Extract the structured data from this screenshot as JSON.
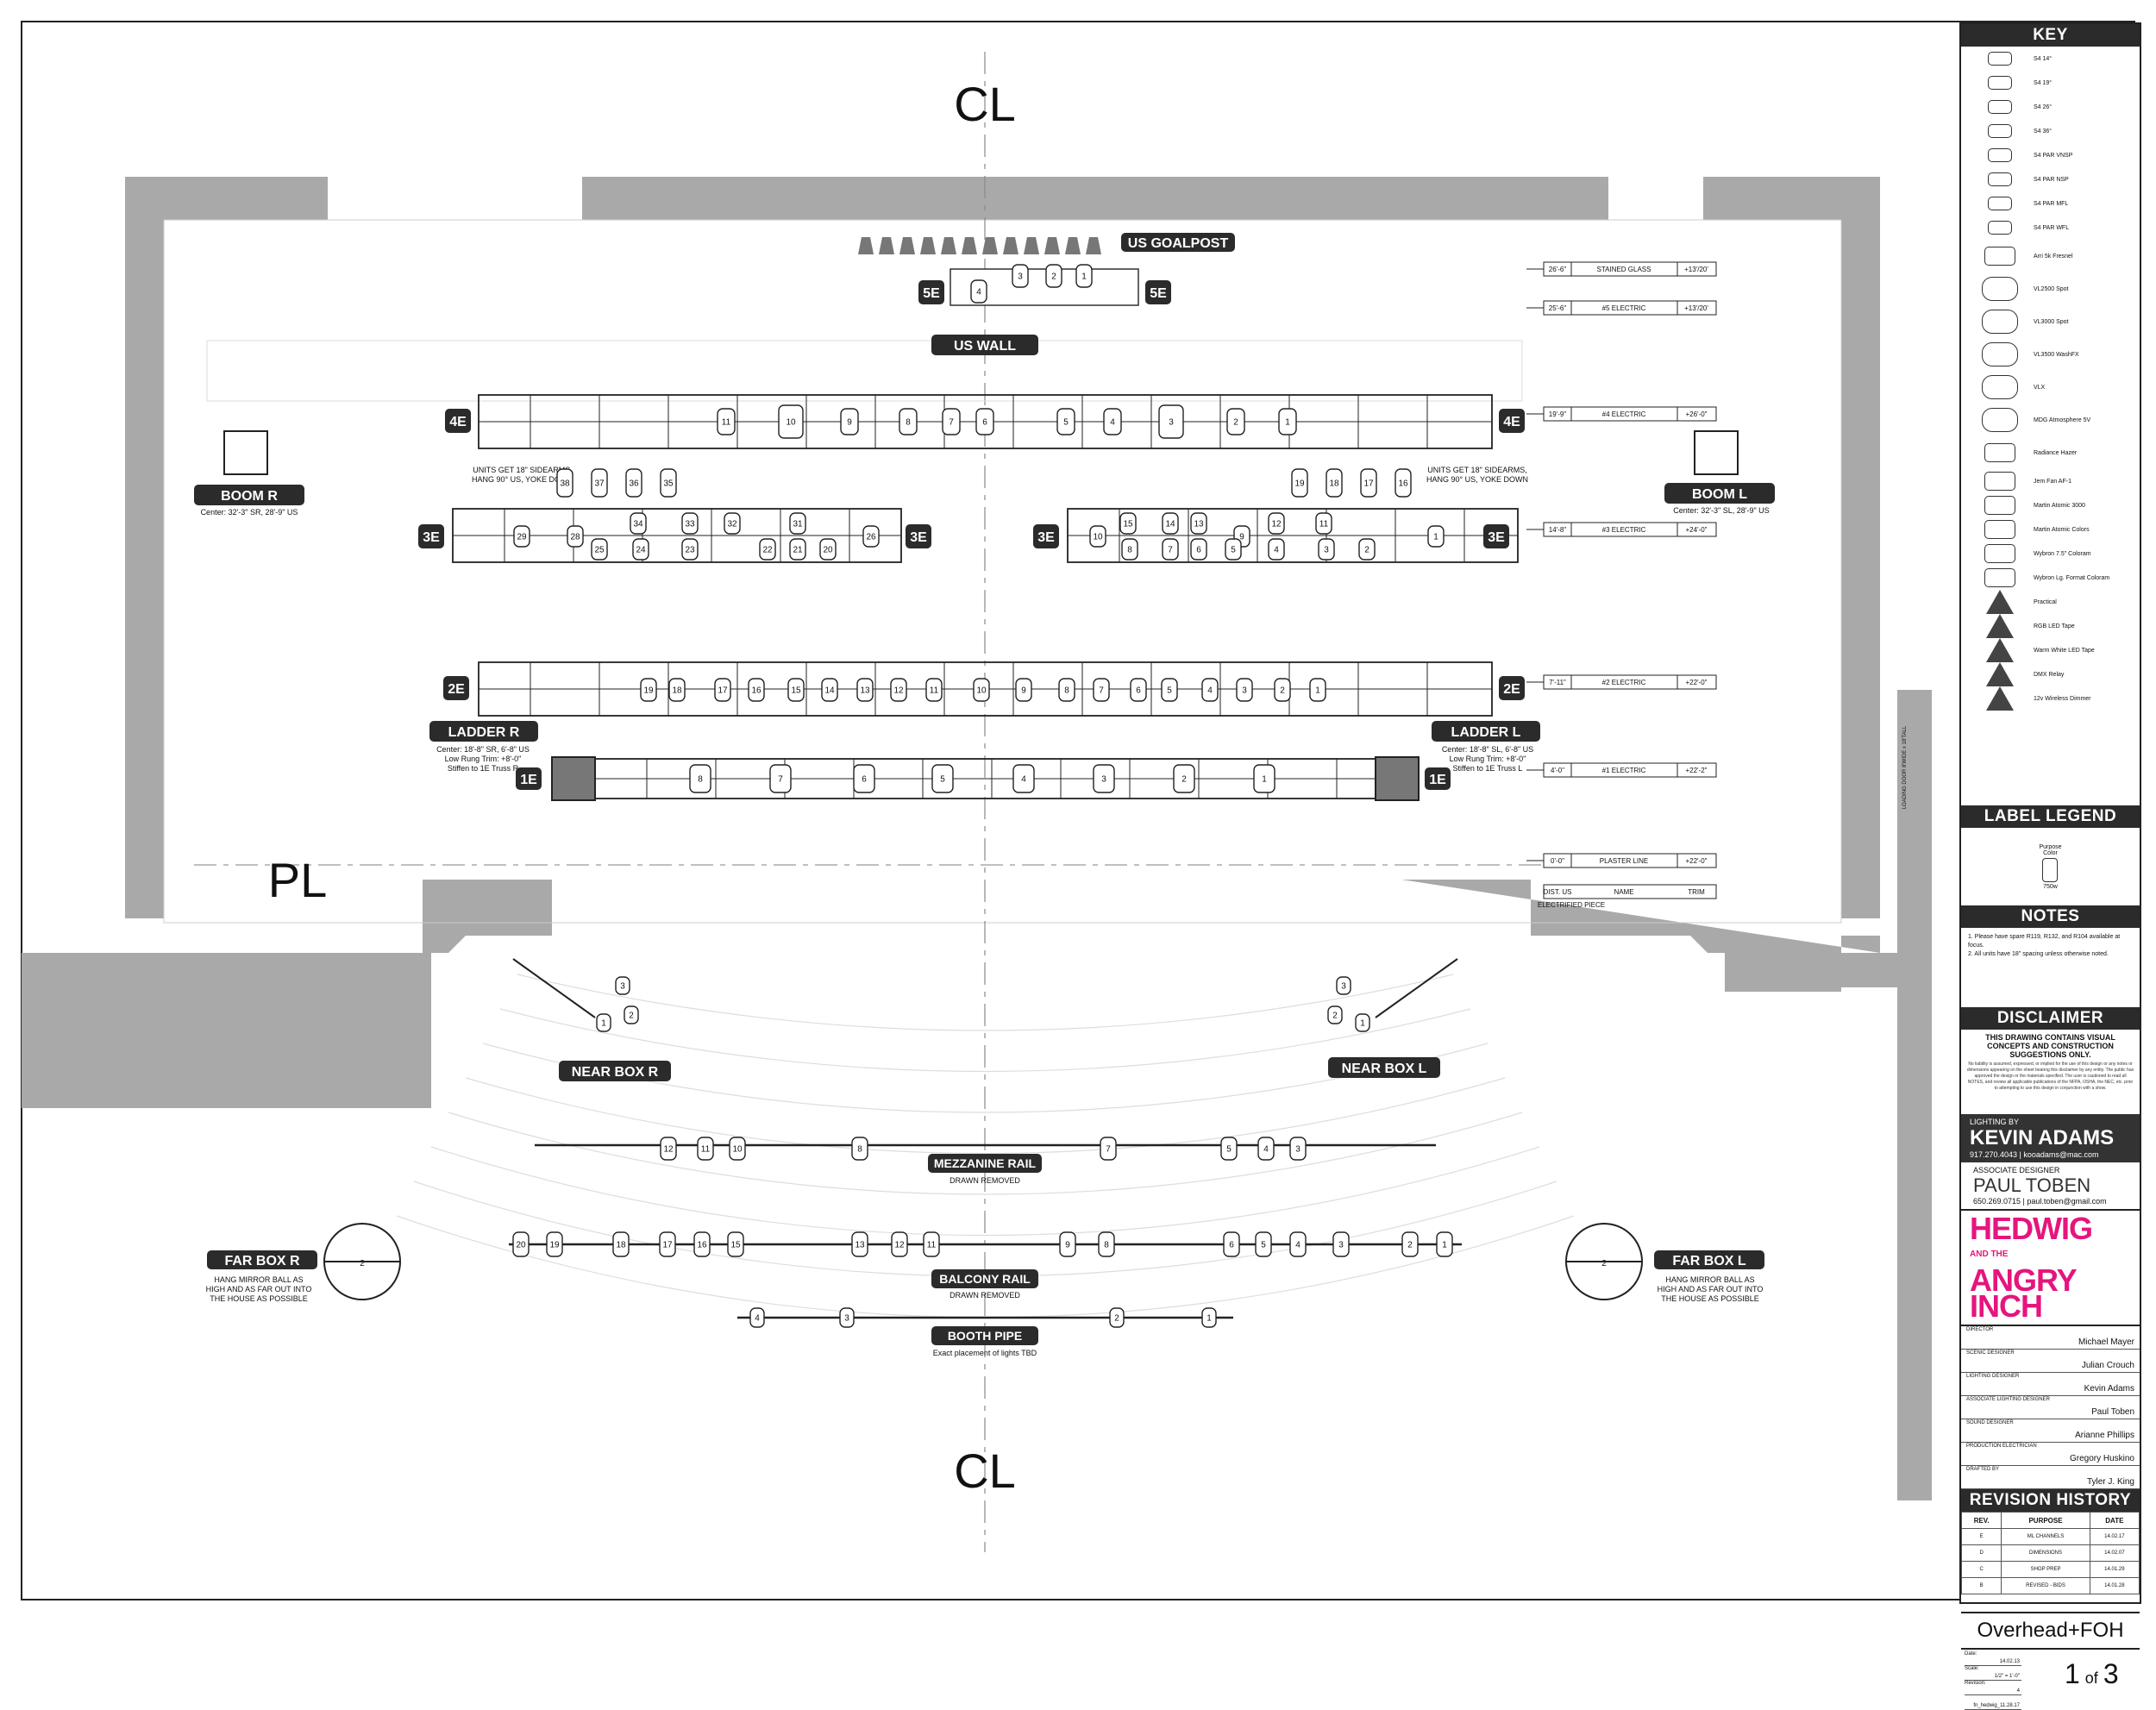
{
  "plan": {
    "centerline_symbol": "CL",
    "plaster_line_symbol": "PL",
    "labels": {
      "us_goalpost": "US GOALPOST",
      "us_wall": "US WALL",
      "boom_r": "BOOM R",
      "boom_r_note": "Center: 32'-3\" SR, 28'-9\" US",
      "boom_l": "BOOM L",
      "boom_l_note": "Center: 32'-3\" SL, 28'-9\" US",
      "ladder_r": "LADDER R",
      "ladder_r_note": [
        "Center: 18'-8\" SR, 6'-8\" US",
        "Low Rung Trim: +8'-0\"",
        "Stiffen to 1E Truss R"
      ],
      "ladder_l": "LADDER L",
      "ladder_l_note": [
        "Center: 18'-8\" SL, 6'-8\" US",
        "Low Rung Trim: +8'-0\"",
        "Stiffen to 1E Truss L"
      ],
      "sidearm_note": [
        "UNITS GET 18\" SIDEARMS,",
        "HANG 90° US, YOKE DOWN"
      ],
      "near_box_r": "NEAR BOX R",
      "near_box_l": "NEAR BOX L",
      "mezz_rail": "MEZZANINE RAIL",
      "mezz_sub": "DRAWN REMOVED",
      "balcony_rail": "BALCONY RAIL",
      "balcony_sub": "DRAWN REMOVED",
      "booth_pipe": "BOOTH PIPE",
      "booth_sub": "Exact placement of lights TBD",
      "far_box_r": "FAR BOX R",
      "far_box_l": "FAR BOX L",
      "far_box_note": [
        "HANG MIRROR BALL AS",
        "HIGH AND AS FAR OUT INTO",
        "THE HOUSE AS POSSIBLE"
      ],
      "electrified_piece": "ELECTRIFIED PIECE",
      "loading_door": "LOADING DOOR 8'WIDE x 18'TALL"
    },
    "pipe_tags": [
      "5E",
      "4E",
      "3E",
      "2E",
      "1E"
    ],
    "schedule_header": {
      "dist": "DIST. US",
      "name": "NAME",
      "trim": "TRIM"
    },
    "schedule": [
      {
        "dist": "26'-6\"",
        "name": "STAINED GLASS",
        "trim": "+13'/20'"
      },
      {
        "dist": "25'-6\"",
        "name": "#5 ELECTRIC",
        "trim": "+13'/20'"
      },
      {
        "dist": "19'-9\"",
        "name": "#4 ELECTRIC",
        "trim": "+26'-0\""
      },
      {
        "dist": "14'-8\"",
        "name": "#3 ELECTRIC",
        "trim": "+24'-0\""
      },
      {
        "dist": "7'-11\"",
        "name": "#2 ELECTRIC",
        "trim": "+22'-0\""
      },
      {
        "dist": "4'-0\"",
        "name": "#1 ELECTRIC",
        "trim": "+22'-2\""
      },
      {
        "dist": "0'-0\"",
        "name": "PLASTER LINE",
        "trim": "+22'-0\""
      }
    ],
    "units": {
      "goalpost": [
        "4",
        "3",
        "2",
        "1"
      ],
      "e4": [
        "11",
        "10",
        "9",
        "8",
        "7",
        "6",
        "5",
        "4",
        "3",
        "2",
        "1"
      ],
      "e3_sl_boom": [
        "38",
        "37",
        "36",
        "35"
      ],
      "e3_sr_boom": [
        "19",
        "18",
        "17",
        "16"
      ],
      "e3_left": [
        "29",
        "28",
        "34",
        "25",
        "24",
        "33",
        "23",
        "32",
        "31",
        "22",
        "21",
        "20",
        "26"
      ],
      "e3_right": [
        "10",
        "15",
        "14",
        "9",
        "13",
        "12",
        "8",
        "7",
        "6",
        "5",
        "4",
        "3",
        "2",
        "1",
        "11"
      ],
      "e2": [
        "19",
        "18",
        "17",
        "16",
        "15",
        "14",
        "13",
        "12",
        "11",
        "10",
        "9",
        "8",
        "7",
        "6",
        "5",
        "4",
        "3",
        "2",
        "1"
      ],
      "e1": [
        "8",
        "7",
        "6",
        "5",
        "4",
        "3",
        "2",
        "1"
      ],
      "mezz_left": [
        "12",
        "11",
        "10",
        "8"
      ],
      "mezz_right": [
        "7",
        "5",
        "4",
        "3"
      ],
      "balcony_left": [
        "20",
        "19",
        "18",
        "17",
        "16",
        "15",
        "13",
        "12",
        "11"
      ],
      "balcony_right": [
        "9",
        "8",
        "6",
        "5",
        "4",
        "3",
        "2",
        "1"
      ],
      "booth": [
        "4",
        "3",
        "2",
        "1"
      ],
      "near_box_r": [
        "3",
        "2",
        "1"
      ],
      "near_box_l": [
        "3",
        "2",
        "1"
      ],
      "far_box": [
        "2"
      ]
    }
  },
  "sidebar": {
    "key_title": "KEY",
    "key_items": [
      "S4 14°",
      "S4 19°",
      "S4 26°",
      "S4 36°",
      "S4 PAR VNSP",
      "S4 PAR NSP",
      "S4 PAR MFL",
      "S4 PAR WFL",
      "Arri 5k Fresnel",
      "VL2500 Spot",
      "VL3000 Spot",
      "VL3500 WashFX",
      "VLX",
      "MDG Atmosphere 5V",
      "Radiance Hazer",
      "Jem Fan AF-1",
      "Martin Atomic 3000",
      "Martin Atomic Colors",
      "Wybron 7.5\" Coloram",
      "Wybron Lg. Format Coloram",
      "Practical",
      "RGB LED Tape",
      "Warm White LED Tape",
      "DMX Relay",
      "12v Wireless Dimmer"
    ],
    "legend_title": "LABEL LEGEND",
    "legend_lines": [
      "Purpose",
      "Color",
      "750w"
    ],
    "notes_title": "NOTES",
    "notes": [
      "1. Please have spare R119, R132, and R104 available at focus.",
      "2. All units have 18\" spacing unless otherwise noted."
    ],
    "disclaimer_title": "DISCLAIMER",
    "disclaimer_main": "THIS DRAWING CONTAINS VISUAL CONCEPTS AND CONSTRUCTION SUGGESTIONS ONLY.",
    "disclaimer_fine": "No liability is assumed, expressed, or implied for the use of this design or any notes or dimensions appearing on the sheet bearing this disclaimer by any entity. The public has approved the design or the materials specified. The user is cautioned to read all NOTES, and review all applicable publications of the NFPA, OSHA, the NEC, etc. prior to attempting to use this design in conjunction with a show.",
    "lighting_by": "LIGHTING BY",
    "designer": "KEVIN ADAMS",
    "designer_contact": "917.270.4043 | kooadams@mac.com",
    "associate_title": "ASSOCIATE DESIGNER",
    "associate": "PAUL TOBEN",
    "associate_contact": "650.269.0715 | paul.toben@gmail.com",
    "show_title_1": "HEDWIG",
    "show_title_and": "AND THE",
    "show_title_2": "ANGRY INCH",
    "credits": [
      {
        "role": "DIRECTOR",
        "name": "Michael Mayer"
      },
      {
        "role": "SCENIC DESIGNER",
        "name": "Julian Crouch"
      },
      {
        "role": "LIGHTING DESIGNER",
        "name": "Kevin Adams"
      },
      {
        "role": "ASSOCIATE LIGHTING DESIGNER",
        "name": "Paul Toben"
      },
      {
        "role": "SOUND DESIGNER",
        "name": "Arianne Phillips"
      },
      {
        "role": "PRODUCTION ELECTRICIAN",
        "name": "Gregory Huskino"
      },
      {
        "role": "DRAFTED BY",
        "name": "Tyler J. King"
      }
    ],
    "revision_title": "REVISION HISTORY",
    "revision_headers": [
      "REV.",
      "PURPOSE",
      "DATE"
    ],
    "revisions": [
      {
        "rev": "E",
        "purpose": "ML CHANNELS",
        "date": "14.02.17"
      },
      {
        "rev": "D",
        "purpose": "DIMENSIONS",
        "date": "14.02.07"
      },
      {
        "rev": "C",
        "purpose": "SHOP PREP",
        "date": "14.01.29"
      },
      {
        "rev": "B",
        "purpose": "REVISED - BIDS",
        "date": "14.01.28"
      }
    ],
    "plate_title": "Overhead+FOH",
    "meta": [
      {
        "label": "Date:",
        "value": "14.02.13"
      },
      {
        "label": "Scale:",
        "value": "1/2\" = 1'-0\""
      },
      {
        "label": "Revision:",
        "value": "4"
      },
      {
        "label": "",
        "value": "fn_hedwig_11.28.17"
      }
    ],
    "sheet_number": "1",
    "sheet_of": "of",
    "sheet_total": "3"
  },
  "colors": {
    "wall": "#a9a9a9",
    "tag": "#2b2b2b",
    "line": "#222222",
    "brand": "#e5157e"
  }
}
